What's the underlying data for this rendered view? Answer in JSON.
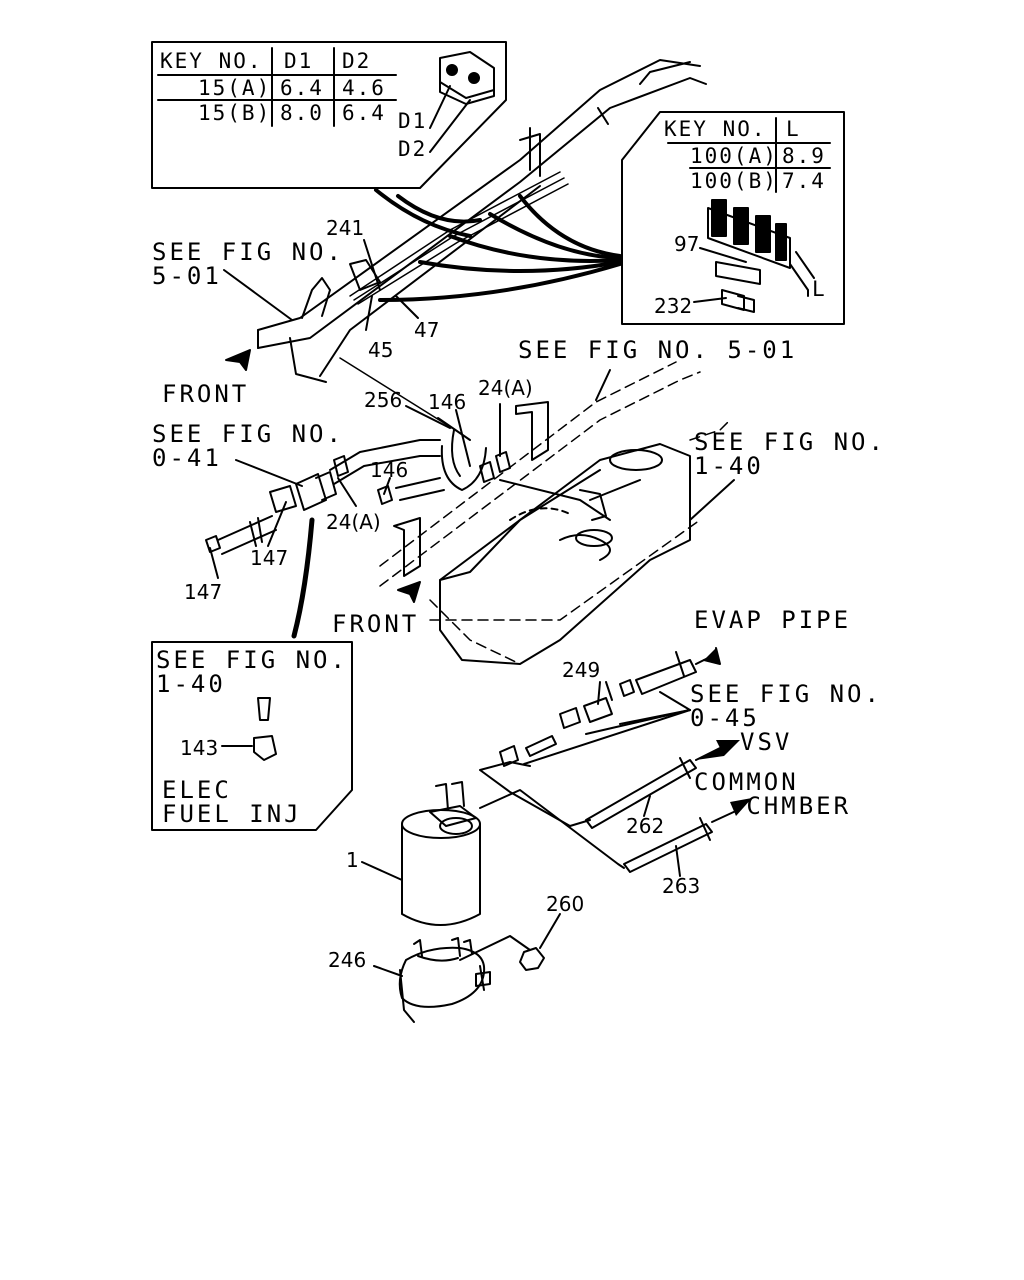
{
  "table_d": {
    "headers": [
      "KEY NO.",
      "D1",
      "D2"
    ],
    "rows": [
      [
        "15(A)",
        "6.4",
        "4.6"
      ],
      [
        "15(B)",
        "8.0",
        "6.4"
      ]
    ],
    "dim_d1": "D1",
    "dim_d2": "D2"
  },
  "table_l": {
    "headers": [
      "KEY NO.",
      "L"
    ],
    "rows": [
      [
        "100(A)",
        "8.9"
      ],
      [
        "100(B)",
        "7.4"
      ]
    ],
    "dim_l": "L"
  },
  "refs": {
    "see_5_01_left": "SEE FIG NO.\n5-01",
    "see_5_01_mid": "SEE FIG NO. 5-01",
    "see_0_41": "SEE FIG NO.\n0-41",
    "see_1_40_right": "SEE FIG NO.\n1-40",
    "see_0_45": "SEE FIG NO.\n0-45",
    "front_top": "FRONT",
    "front_mid": "FRONT",
    "evap_pipe": "EVAP PIPE",
    "vsv": "VSV",
    "common_chamber": "COMMON\n   CHMBER"
  },
  "inset": {
    "see": "SEE FIG NO.\n1-40",
    "part": "143",
    "caption": "ELEC\nFUEL INJ"
  },
  "callouts": {
    "c241": "241",
    "c45": "45",
    "c47": "47",
    "c97": "97",
    "c232": "232",
    "c256": "256",
    "c146a": "146",
    "c24a_top": "24(A)",
    "c146b": "146",
    "c24a_mid": "24(A)",
    "c147a": "147",
    "c147b": "147",
    "c249": "249",
    "c262": "262",
    "c263": "263",
    "c1": "1",
    "c260": "260",
    "c246": "246"
  }
}
